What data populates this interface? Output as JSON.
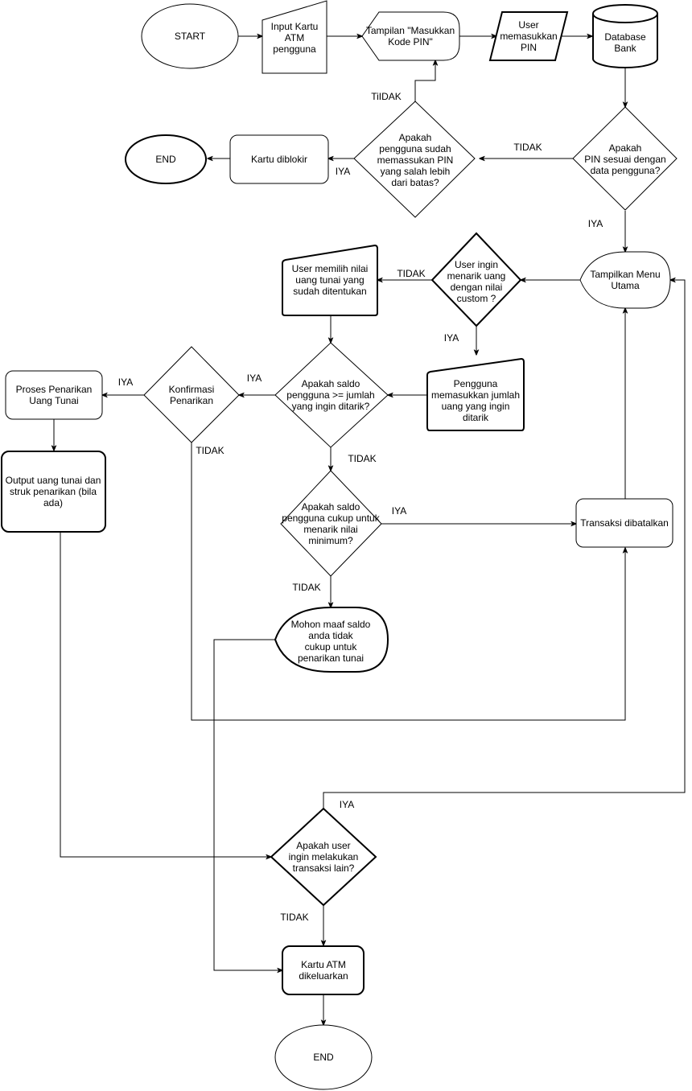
{
  "colors": {
    "stroke": "#000000",
    "fill": "#ffffff",
    "background": "#ffffff"
  },
  "nodes": {
    "start": [
      "START"
    ],
    "input_kartu": [
      "Input Kartu",
      "ATM",
      "pengguna"
    ],
    "tampilan_pin": [
      "Tampilan \"Masukkan",
      "Kode PIN\""
    ],
    "user_masukkan_pin": [
      "User",
      "memasukkan",
      "PIN"
    ],
    "database_bank": [
      "Database",
      "Bank"
    ],
    "pin_sesuai": [
      "Apakah",
      "PIN sesuai dengan",
      "data pengguna?"
    ],
    "salah_batas": [
      "Apakah",
      "pengguna sudah",
      "memassukan PIN",
      "yang salah lebih",
      "dari batas?"
    ],
    "kartu_diblokir": [
      "Kartu diblokir"
    ],
    "end_top": [
      "END"
    ],
    "menu_utama": [
      "Tampilkan Menu",
      "Utama"
    ],
    "tarik_custom": [
      "User ingin",
      "menarik uang",
      "dengan nilai",
      "custom ?"
    ],
    "pilih_nilai": [
      "User memilih nilai",
      "uang tunai yang",
      "sudah ditentukan"
    ],
    "masukkan_jumlah": [
      "Pengguna",
      "memasukkan jumlah",
      "uang yang ingin",
      "ditarik"
    ],
    "saldo_cukup_jumlah": [
      "Apakah saldo",
      "pengguna >= jumlah",
      "yang ingin ditarik?"
    ],
    "konfirmasi": [
      "Konfirmasi",
      "Penarikan"
    ],
    "proses_penarikan": [
      "Proses Penarikan",
      "Uang Tunai"
    ],
    "output_uang": [
      "Output uang tunai dan",
      "struk penarikan (bila",
      "ada)"
    ],
    "saldo_minimum": [
      "Apakah saldo",
      "pengguna cukup untuk",
      "menarik nilai",
      "minimum?"
    ],
    "transaksi_batal": [
      "Transaksi  dibatalkan"
    ],
    "mohon_maaf": [
      "Mohon maaf saldo",
      "anda tidak",
      "cukup untuk",
      "penarikan tunai"
    ],
    "transaksi_lain": [
      "Apakah user",
      "ingin melakukan",
      "transaksi lain?"
    ],
    "kartu_keluar": [
      "Kartu ATM",
      "dikeluarkan"
    ],
    "end_bottom": [
      "END"
    ]
  },
  "edge_labels": {
    "tidak_salah_batas": "TIDAK",
    "tiidak_kembali_pin": "TiIDAK",
    "iya_blokir": "IYA",
    "iya_pin_sesuai": "IYA",
    "tidak_custom": "TIDAK",
    "iya_custom": "IYA",
    "iya_saldo_jumlah": "IYA",
    "iya_konfirmasi": "IYA",
    "tidak_konfirmasi": "TIDAK",
    "tidak_saldo_jumlah": "TIDAK",
    "iya_saldo_minimum": "IYA",
    "tidak_saldo_minimum": "TIDAK",
    "iya_transaksi_lain": "IYA",
    "tidak_transaksi_lain": "TIDAK"
  }
}
